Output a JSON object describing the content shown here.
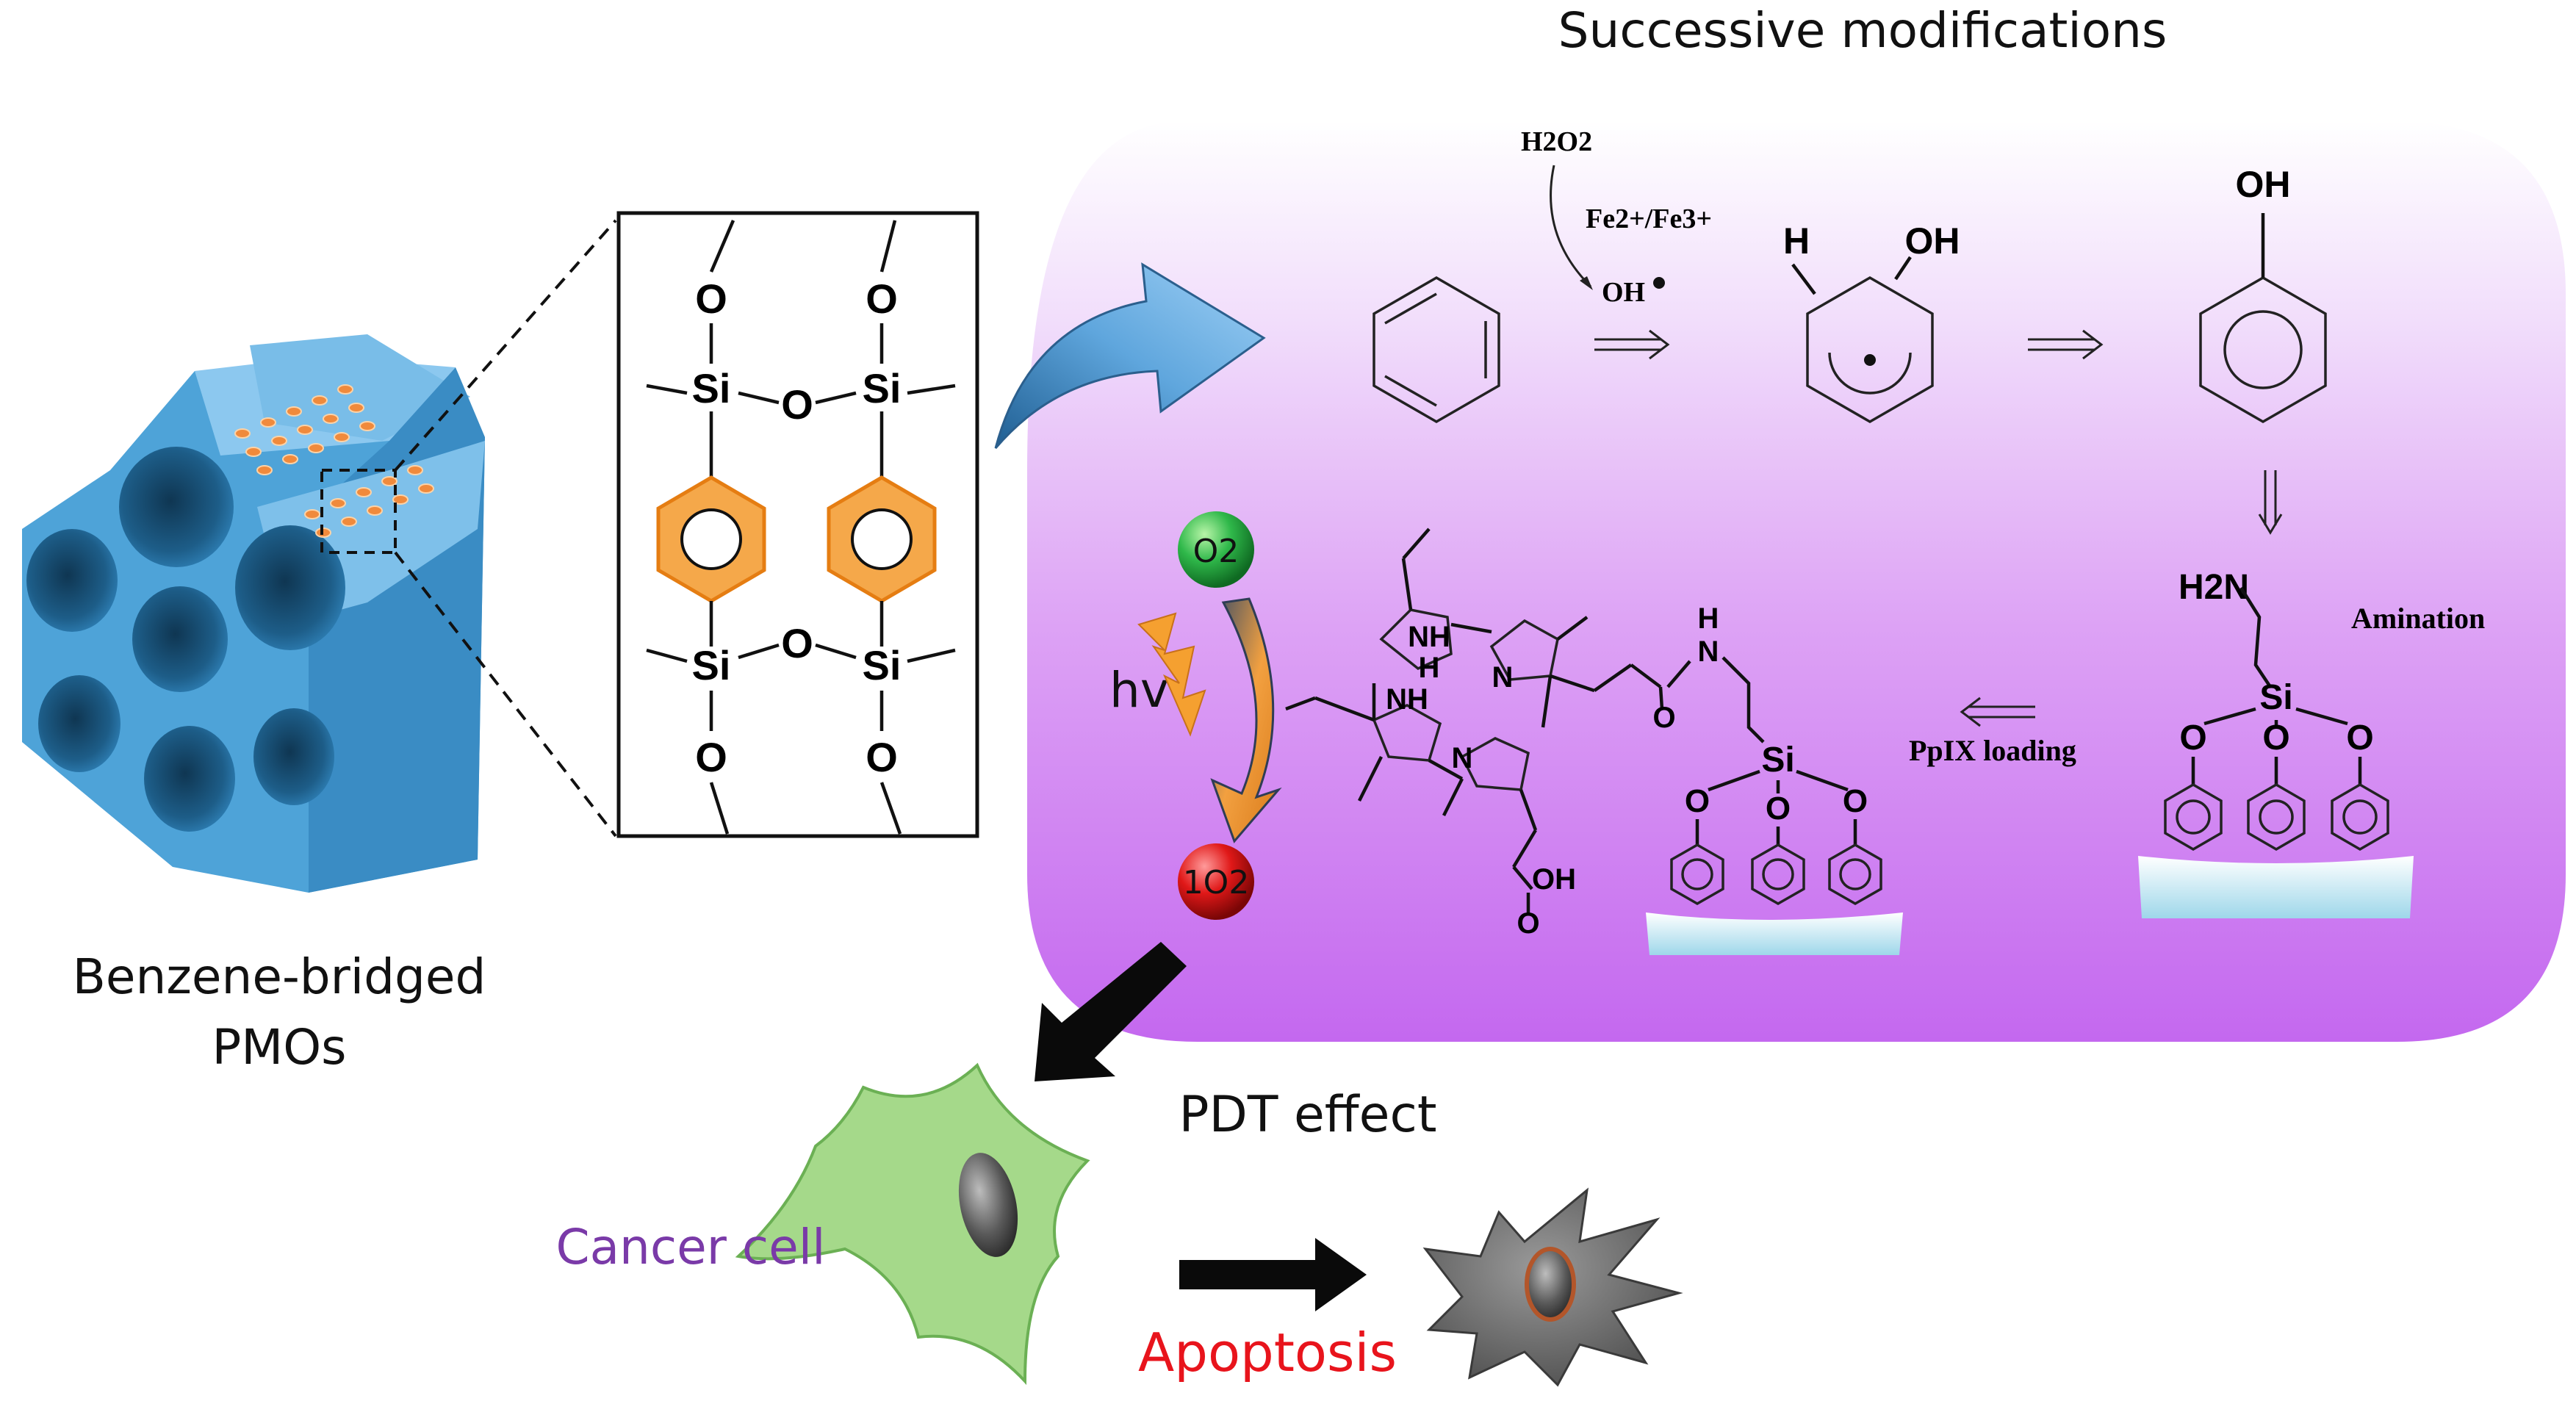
{
  "title": "Successive modifications",
  "material_label_line1": "Benzene-bridged",
  "material_label_line2": "PMOs",
  "reagents": {
    "h2o2": "H2O2",
    "fe": "Fe2+/Fe3+",
    "oh_radical": "OH"
  },
  "labels": {
    "amination": "Amination",
    "ppix_loading": "PpIX loading",
    "hv": "hv",
    "o2": "O2",
    "singlet_o2": "1O2",
    "pdt_effect": "PDT effect",
    "cancer_cell": "Cancer cell",
    "apoptosis": "Apoptosis"
  },
  "atoms": {
    "si": "Si",
    "o": "O",
    "oh": "OH",
    "h": "H",
    "n": "N",
    "nh": "NH",
    "h2n": "H2N"
  },
  "colors": {
    "pmo_blue": "#4ea3d8",
    "panel_purple": "#c96cf0",
    "benzene_orange": "#f5a84a",
    "cell_green": "#a5d98a",
    "apoptosis_red": "#e8141c",
    "cancer_purple": "#7a3aa8"
  }
}
